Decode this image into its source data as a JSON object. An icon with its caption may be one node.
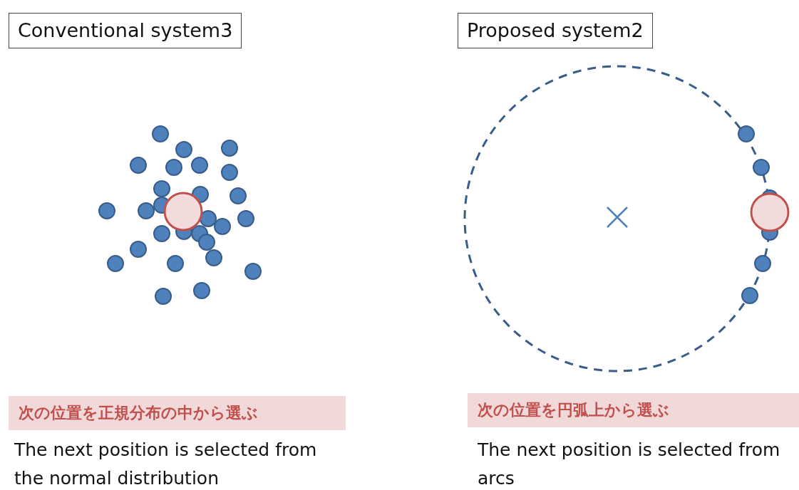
{
  "diagram": {
    "nodes": [
      {
        "text": [
          "Conventional system3"
        ]
      },
      {
        "text": [
          "Proposed system2"
        ]
      },
      {
        "text": [
          "次の位置を正規分布の中から選ぶ"
        ]
      },
      {
        "text": [
          "次の位置を円弧上から選ぶ"
        ]
      }
    ],
    "labels": [
      "The next position is selected from the normal distribution",
      "The next position is selected from arcs"
    ]
  }
}
